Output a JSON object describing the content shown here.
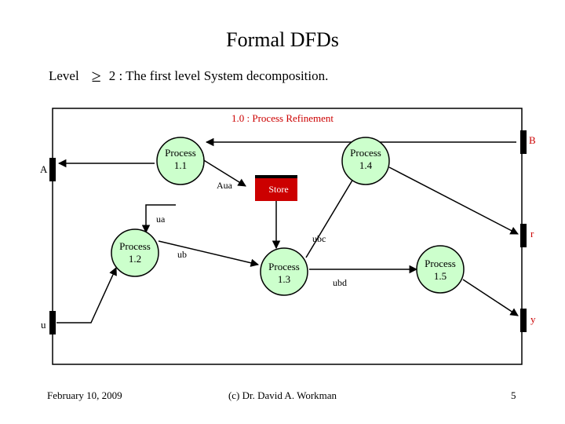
{
  "title": "Formal DFDs",
  "subtitle": {
    "prefix": "Level",
    "operator": "≥",
    "suffix": "2 : The first level System decomposition."
  },
  "diagram": {
    "frame_title": "1.0 :  Process Refinement",
    "processes": [
      {
        "id": "p11",
        "line1": "Process",
        "line2": "1.1"
      },
      {
        "id": "p14",
        "line1": "Process",
        "line2": "1.4"
      },
      {
        "id": "p12",
        "line1": "Process",
        "line2": "1.2"
      },
      {
        "id": "p13",
        "line1": "Process",
        "line2": "1.3"
      },
      {
        "id": "p15",
        "line1": "Process",
        "line2": "1.5"
      }
    ],
    "store": "Store",
    "terminators": {
      "A": "A",
      "B": "B",
      "u": "u",
      "r": "r",
      "y": "y"
    },
    "flows": {
      "aua": "Aua",
      "ua": "ua",
      "ub": "ub",
      "ubc": "ubc",
      "ubd": "ubd"
    },
    "colors": {
      "process_fill": "#ccffcc",
      "store_fill": "#cc0000",
      "accent_text": "#cc0000"
    }
  },
  "footer": {
    "date": "February 10, 2009",
    "credit": "(c) Dr. David A. Workman",
    "page": "5"
  }
}
